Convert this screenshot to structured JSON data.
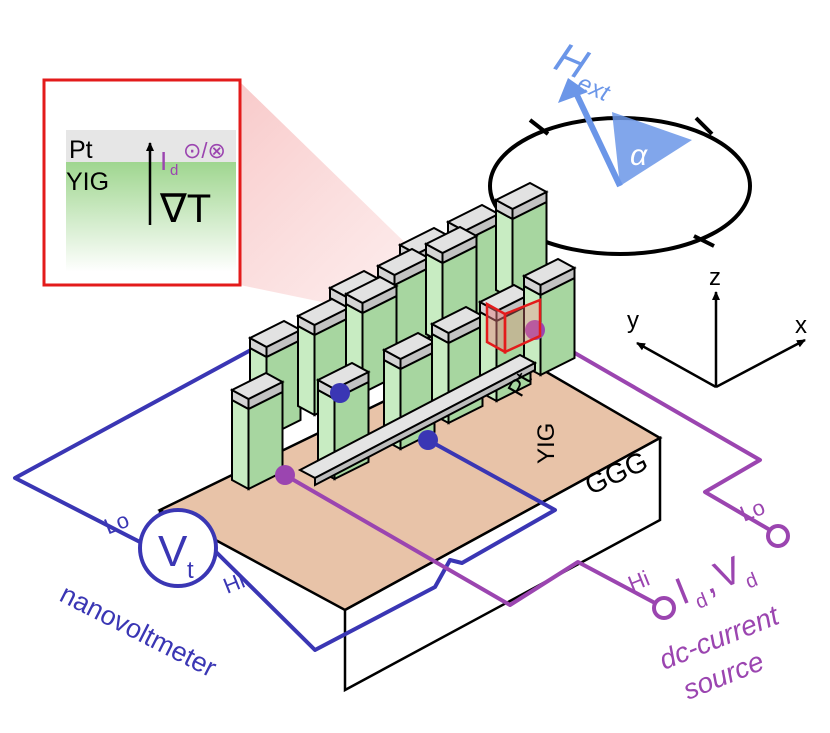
{
  "inset": {
    "pt_label": "Pt",
    "yig_label": "YIG",
    "current_symbol": "I",
    "current_subscript": "d",
    "current_direction": "⊙/⊗",
    "gradient_label": "∇T"
  },
  "field": {
    "symbol": "H",
    "subscript": "ext",
    "angle_label": "α"
  },
  "axes": {
    "z": "z",
    "y": "y",
    "x": "x"
  },
  "device": {
    "substrate_label": "GGG",
    "pt_label": "Pt",
    "yig_label": "YIG"
  },
  "voltmeter": {
    "symbol": "V",
    "subscript": "t",
    "lo_label": "Lo",
    "hi_label": "Hi",
    "name": "nanovoltmeter"
  },
  "current_source": {
    "symbols": "I",
    "lo_label": "Lo",
    "hi_label": "Hi",
    "label_I": "I",
    "label_I_sub": "d",
    "label_V": "V",
    "label_V_sub": "d",
    "name_line1": "dc-current",
    "name_line2": "source"
  },
  "colors": {
    "voltmeter": "#3a36b4",
    "current_source": "#9b45b0",
    "field_arrow": "#6b96e8",
    "inset_border": "#e31b1b",
    "yig": "#c8ecc2",
    "pt": "#e2e2e2",
    "substrate": "#e8c3a8"
  }
}
